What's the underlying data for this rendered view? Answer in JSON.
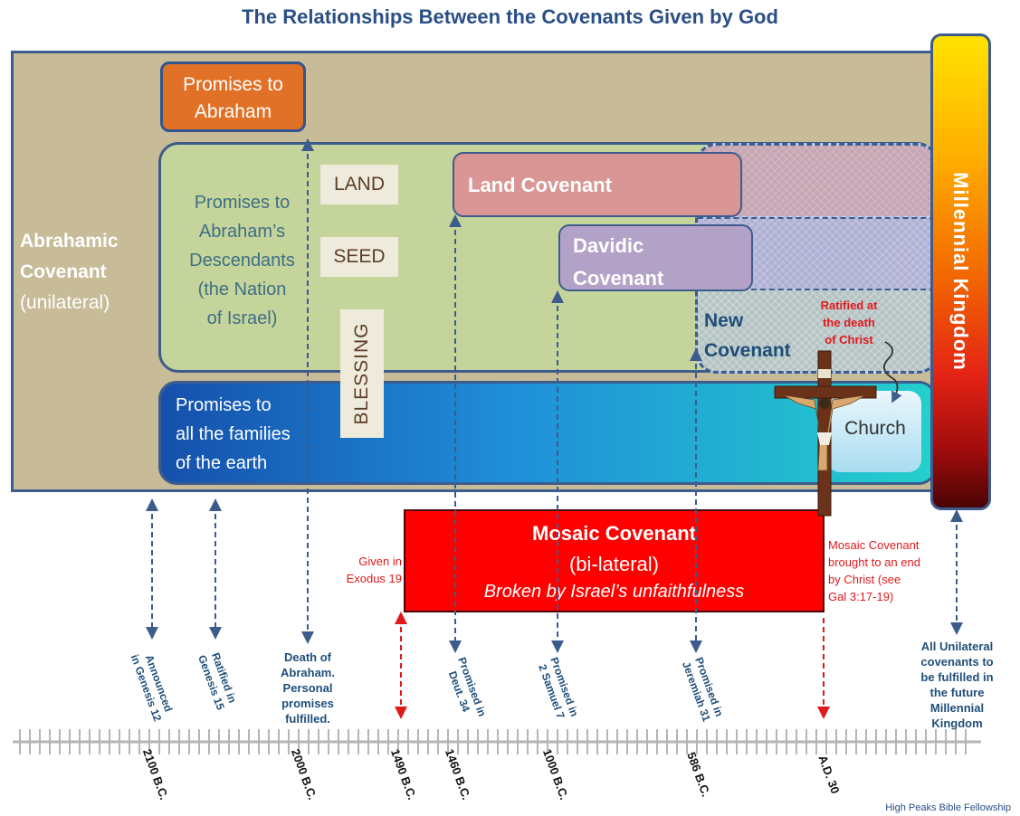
{
  "title": "The Relationships Between the Covenants Given by God",
  "abrahamic": {
    "line1": "Abrahamic",
    "line2": "Covenant",
    "line3": "(unilateral)"
  },
  "promises_abraham": {
    "line1": "Promises to",
    "line2": "Abraham"
  },
  "descendants": [
    "Promises to",
    "Abraham’s",
    "Descendants",
    "(the Nation",
    "of Israel)"
  ],
  "tags": {
    "land": "LAND",
    "seed": "SEED",
    "blessing": "BLESSING"
  },
  "land_covenant": "Land Covenant",
  "davidic": {
    "line1": "Davidic",
    "line2": "Covenant"
  },
  "new_covenant": {
    "line1": "New",
    "line2": "Covenant"
  },
  "ratified_note": [
    "Ratified at",
    "the death",
    "of Christ"
  ],
  "families": [
    "Promises to",
    "all the families",
    "of the earth"
  ],
  "church": "Church",
  "millennial": "Millennial Kingdom",
  "mosaic": {
    "title": "Mosaic Covenant",
    "sub": "(bi-lateral)",
    "note": "Broken by Israel’s unfaithfulness"
  },
  "given_note": [
    "Given in",
    "Exodus 19"
  ],
  "brought_note": [
    "Mosaic Covenant",
    "brought to an end",
    "by Christ (see",
    "Gal 3:17-19)"
  ],
  "timeline_labels": {
    "announced": [
      "Announced",
      "in Genesis 12"
    ],
    "ratified15": [
      "Ratified in",
      "Genesis 15"
    ],
    "death": [
      "Death of",
      "Abraham.",
      "Personal",
      "promises",
      "fulfilled."
    ],
    "deut": [
      "Promised in",
      "Deut. 34"
    ],
    "sam": [
      "Promised in",
      "2 Samuel 7"
    ],
    "jer": [
      "Promised in",
      "Jeremiah 31"
    ],
    "unilateral": [
      "All Unilateral",
      "covenants to",
      "be fulfilled in",
      "the future",
      "Millennial",
      "Kingdom"
    ]
  },
  "dates": [
    "2100 B.C.",
    "2000 B.C.",
    "1490 B.C.",
    "1460 B.C.",
    "1000 B.C.",
    "586 B.C.",
    "A.D. 30"
  ],
  "footer": "High Peaks Bible Fellowship",
  "colors": {
    "title": "#2a4f86",
    "mosaic": "#ff0000",
    "abrahamic_bg": "#c7bb98",
    "nation_bg": "#c5d49b",
    "land": "#d99694",
    "davidic": "#b3a2c7"
  }
}
